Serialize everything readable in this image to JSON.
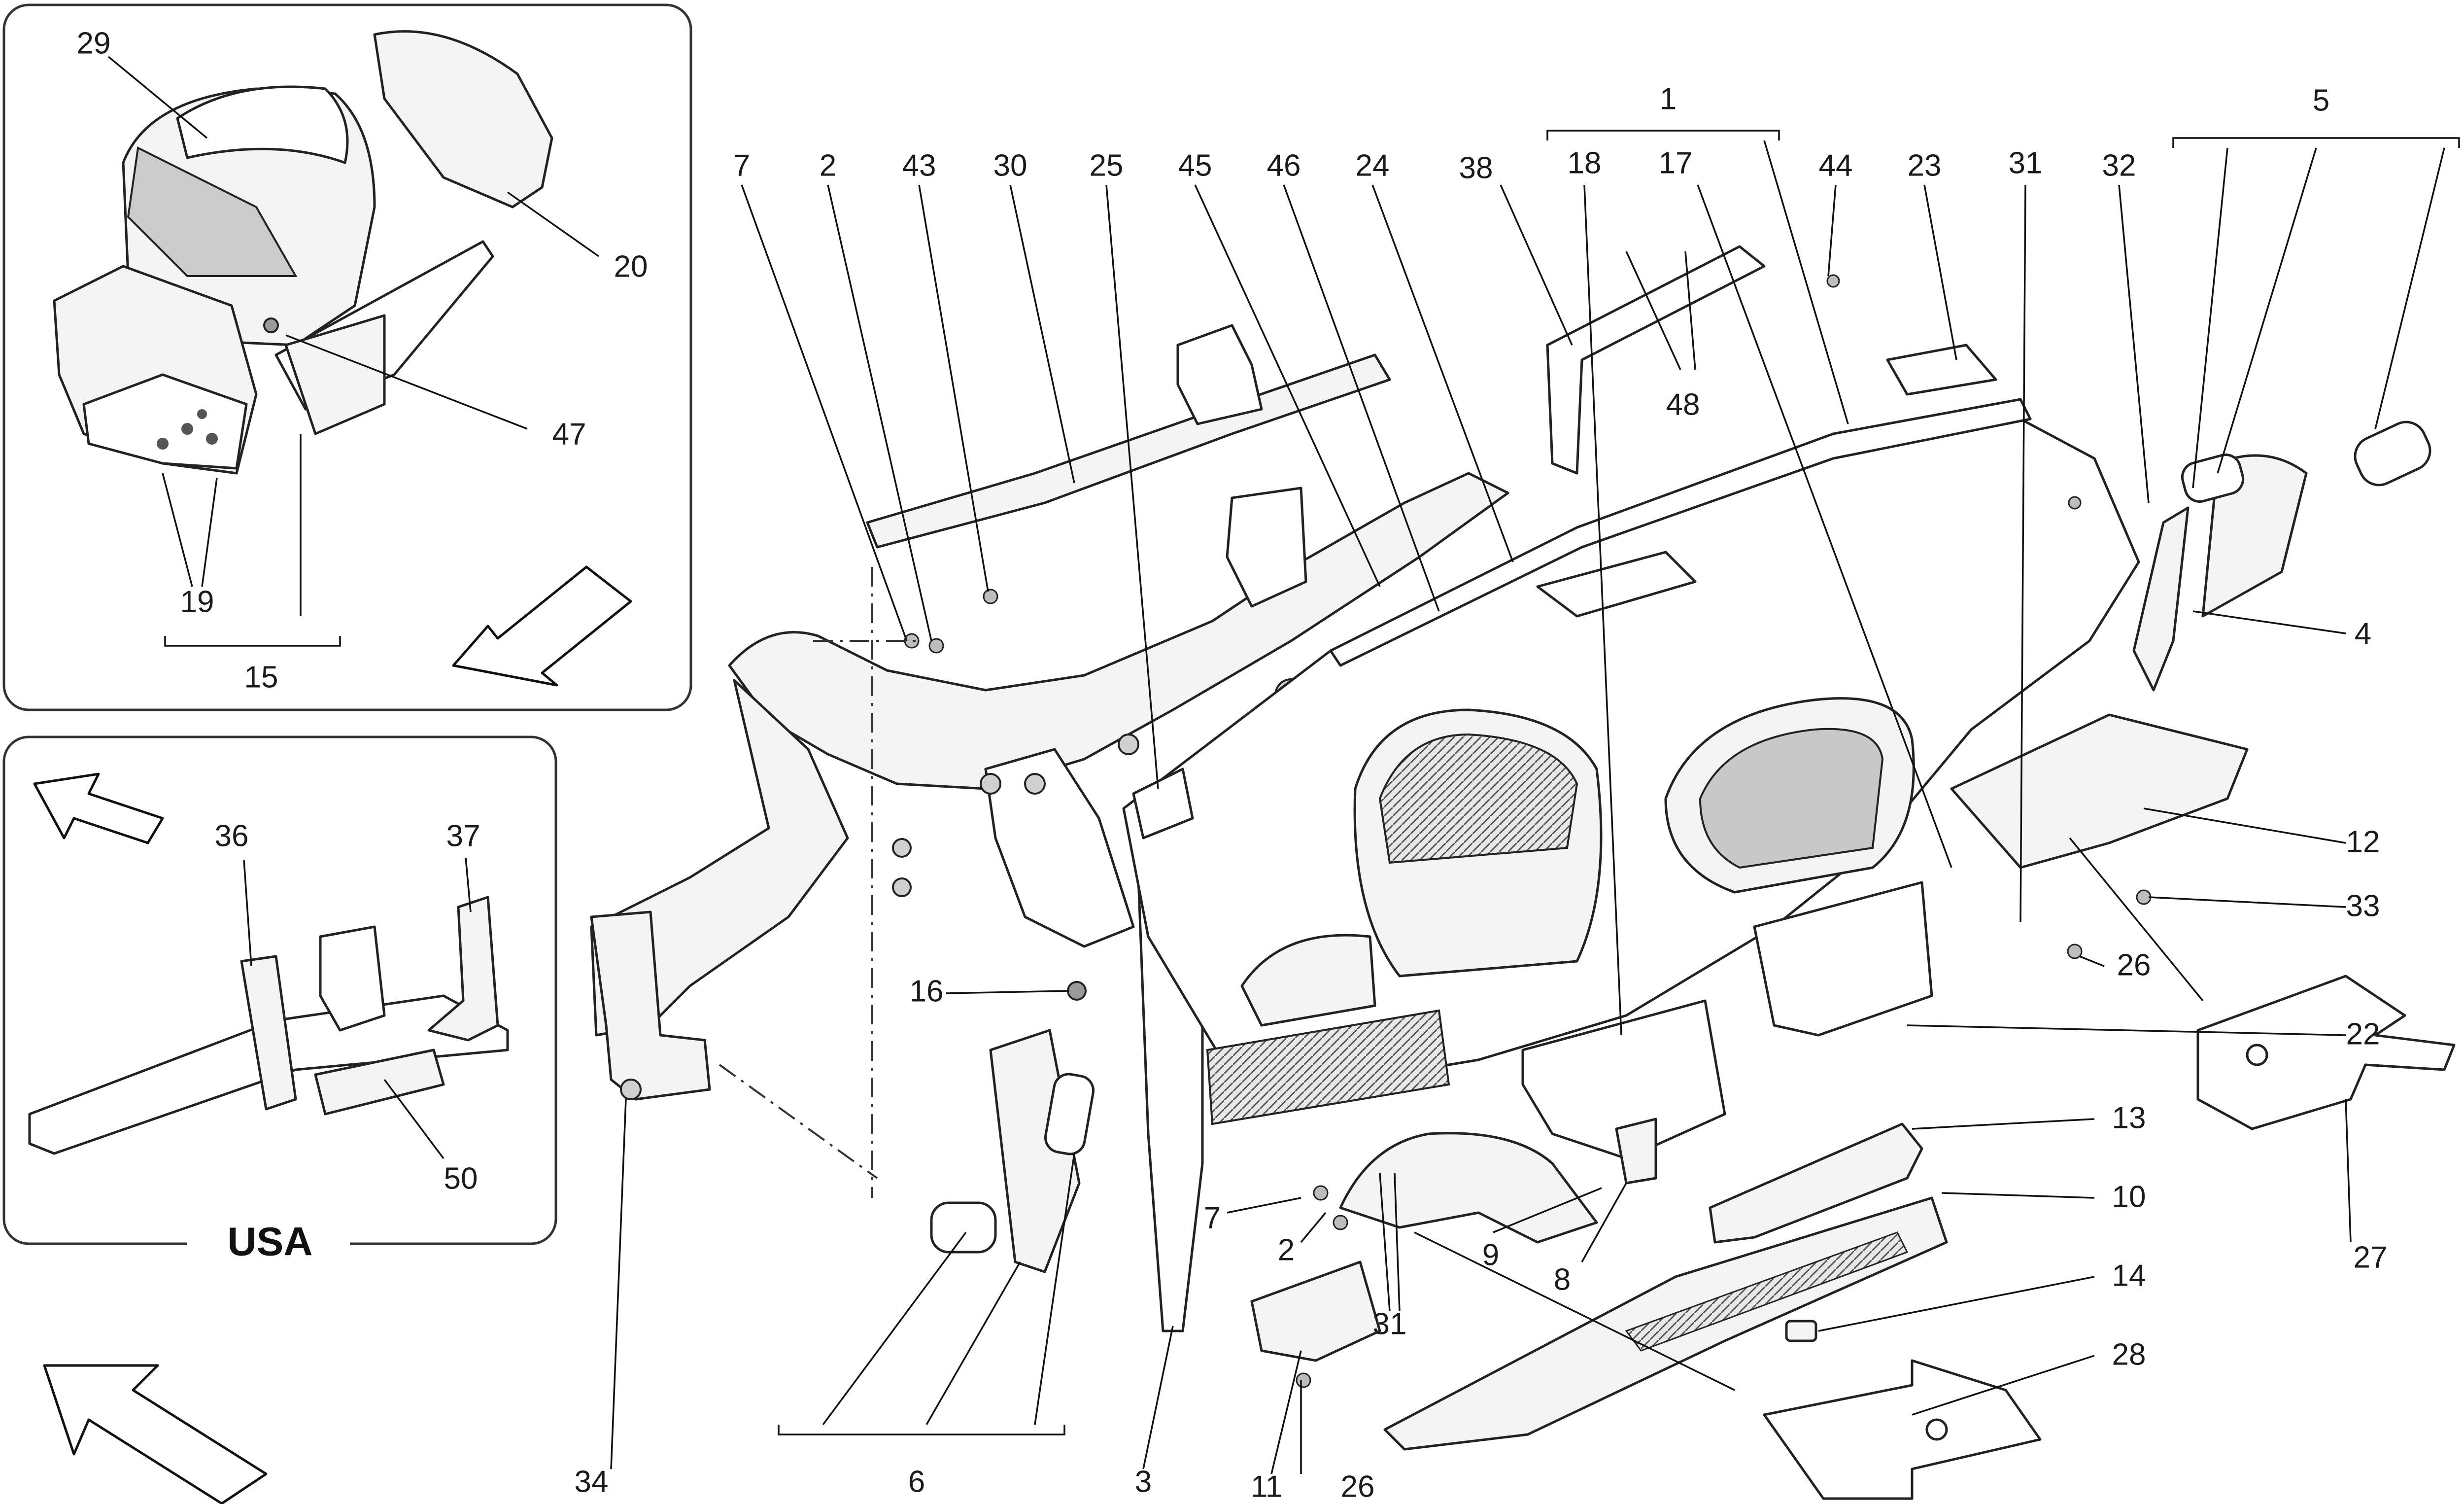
{
  "insets": {
    "usa_label": "USA"
  },
  "callouts": [
    {
      "id": "c29",
      "text": "29"
    },
    {
      "id": "c20",
      "text": "20"
    },
    {
      "id": "c47",
      "text": "47"
    },
    {
      "id": "c19",
      "text": "19"
    },
    {
      "id": "c15",
      "text": "15"
    },
    {
      "id": "c36",
      "text": "36"
    },
    {
      "id": "c37",
      "text": "37"
    },
    {
      "id": "c50",
      "text": "50"
    },
    {
      "id": "c7a",
      "text": "7"
    },
    {
      "id": "c2a",
      "text": "2"
    },
    {
      "id": "c43",
      "text": "43"
    },
    {
      "id": "c30",
      "text": "30"
    },
    {
      "id": "c25",
      "text": "25"
    },
    {
      "id": "c45",
      "text": "45"
    },
    {
      "id": "c46",
      "text": "46"
    },
    {
      "id": "c24",
      "text": "24"
    },
    {
      "id": "c38",
      "text": "38"
    },
    {
      "id": "c1",
      "text": "1"
    },
    {
      "id": "c18",
      "text": "18"
    },
    {
      "id": "c17",
      "text": "17"
    },
    {
      "id": "c48",
      "text": "48"
    },
    {
      "id": "c44",
      "text": "44"
    },
    {
      "id": "c23",
      "text": "23"
    },
    {
      "id": "c31a",
      "text": "31"
    },
    {
      "id": "c32",
      "text": "32"
    },
    {
      "id": "c5",
      "text": "5"
    },
    {
      "id": "c4",
      "text": "4"
    },
    {
      "id": "c12",
      "text": "12"
    },
    {
      "id": "c33",
      "text": "33"
    },
    {
      "id": "c26a",
      "text": "26"
    },
    {
      "id": "c22",
      "text": "22"
    },
    {
      "id": "c27",
      "text": "27"
    },
    {
      "id": "c13",
      "text": "13"
    },
    {
      "id": "c10",
      "text": "10"
    },
    {
      "id": "c14",
      "text": "14"
    },
    {
      "id": "c28",
      "text": "28"
    },
    {
      "id": "c16",
      "text": "16"
    },
    {
      "id": "c7b",
      "text": "7"
    },
    {
      "id": "c2b",
      "text": "2"
    },
    {
      "id": "c9",
      "text": "9"
    },
    {
      "id": "c8",
      "text": "8"
    },
    {
      "id": "c31b",
      "text": "31"
    },
    {
      "id": "c11",
      "text": "11"
    },
    {
      "id": "c26b",
      "text": "26"
    },
    {
      "id": "c34",
      "text": "34"
    },
    {
      "id": "c6",
      "text": "6"
    },
    {
      "id": "c3",
      "text": "3"
    }
  ]
}
